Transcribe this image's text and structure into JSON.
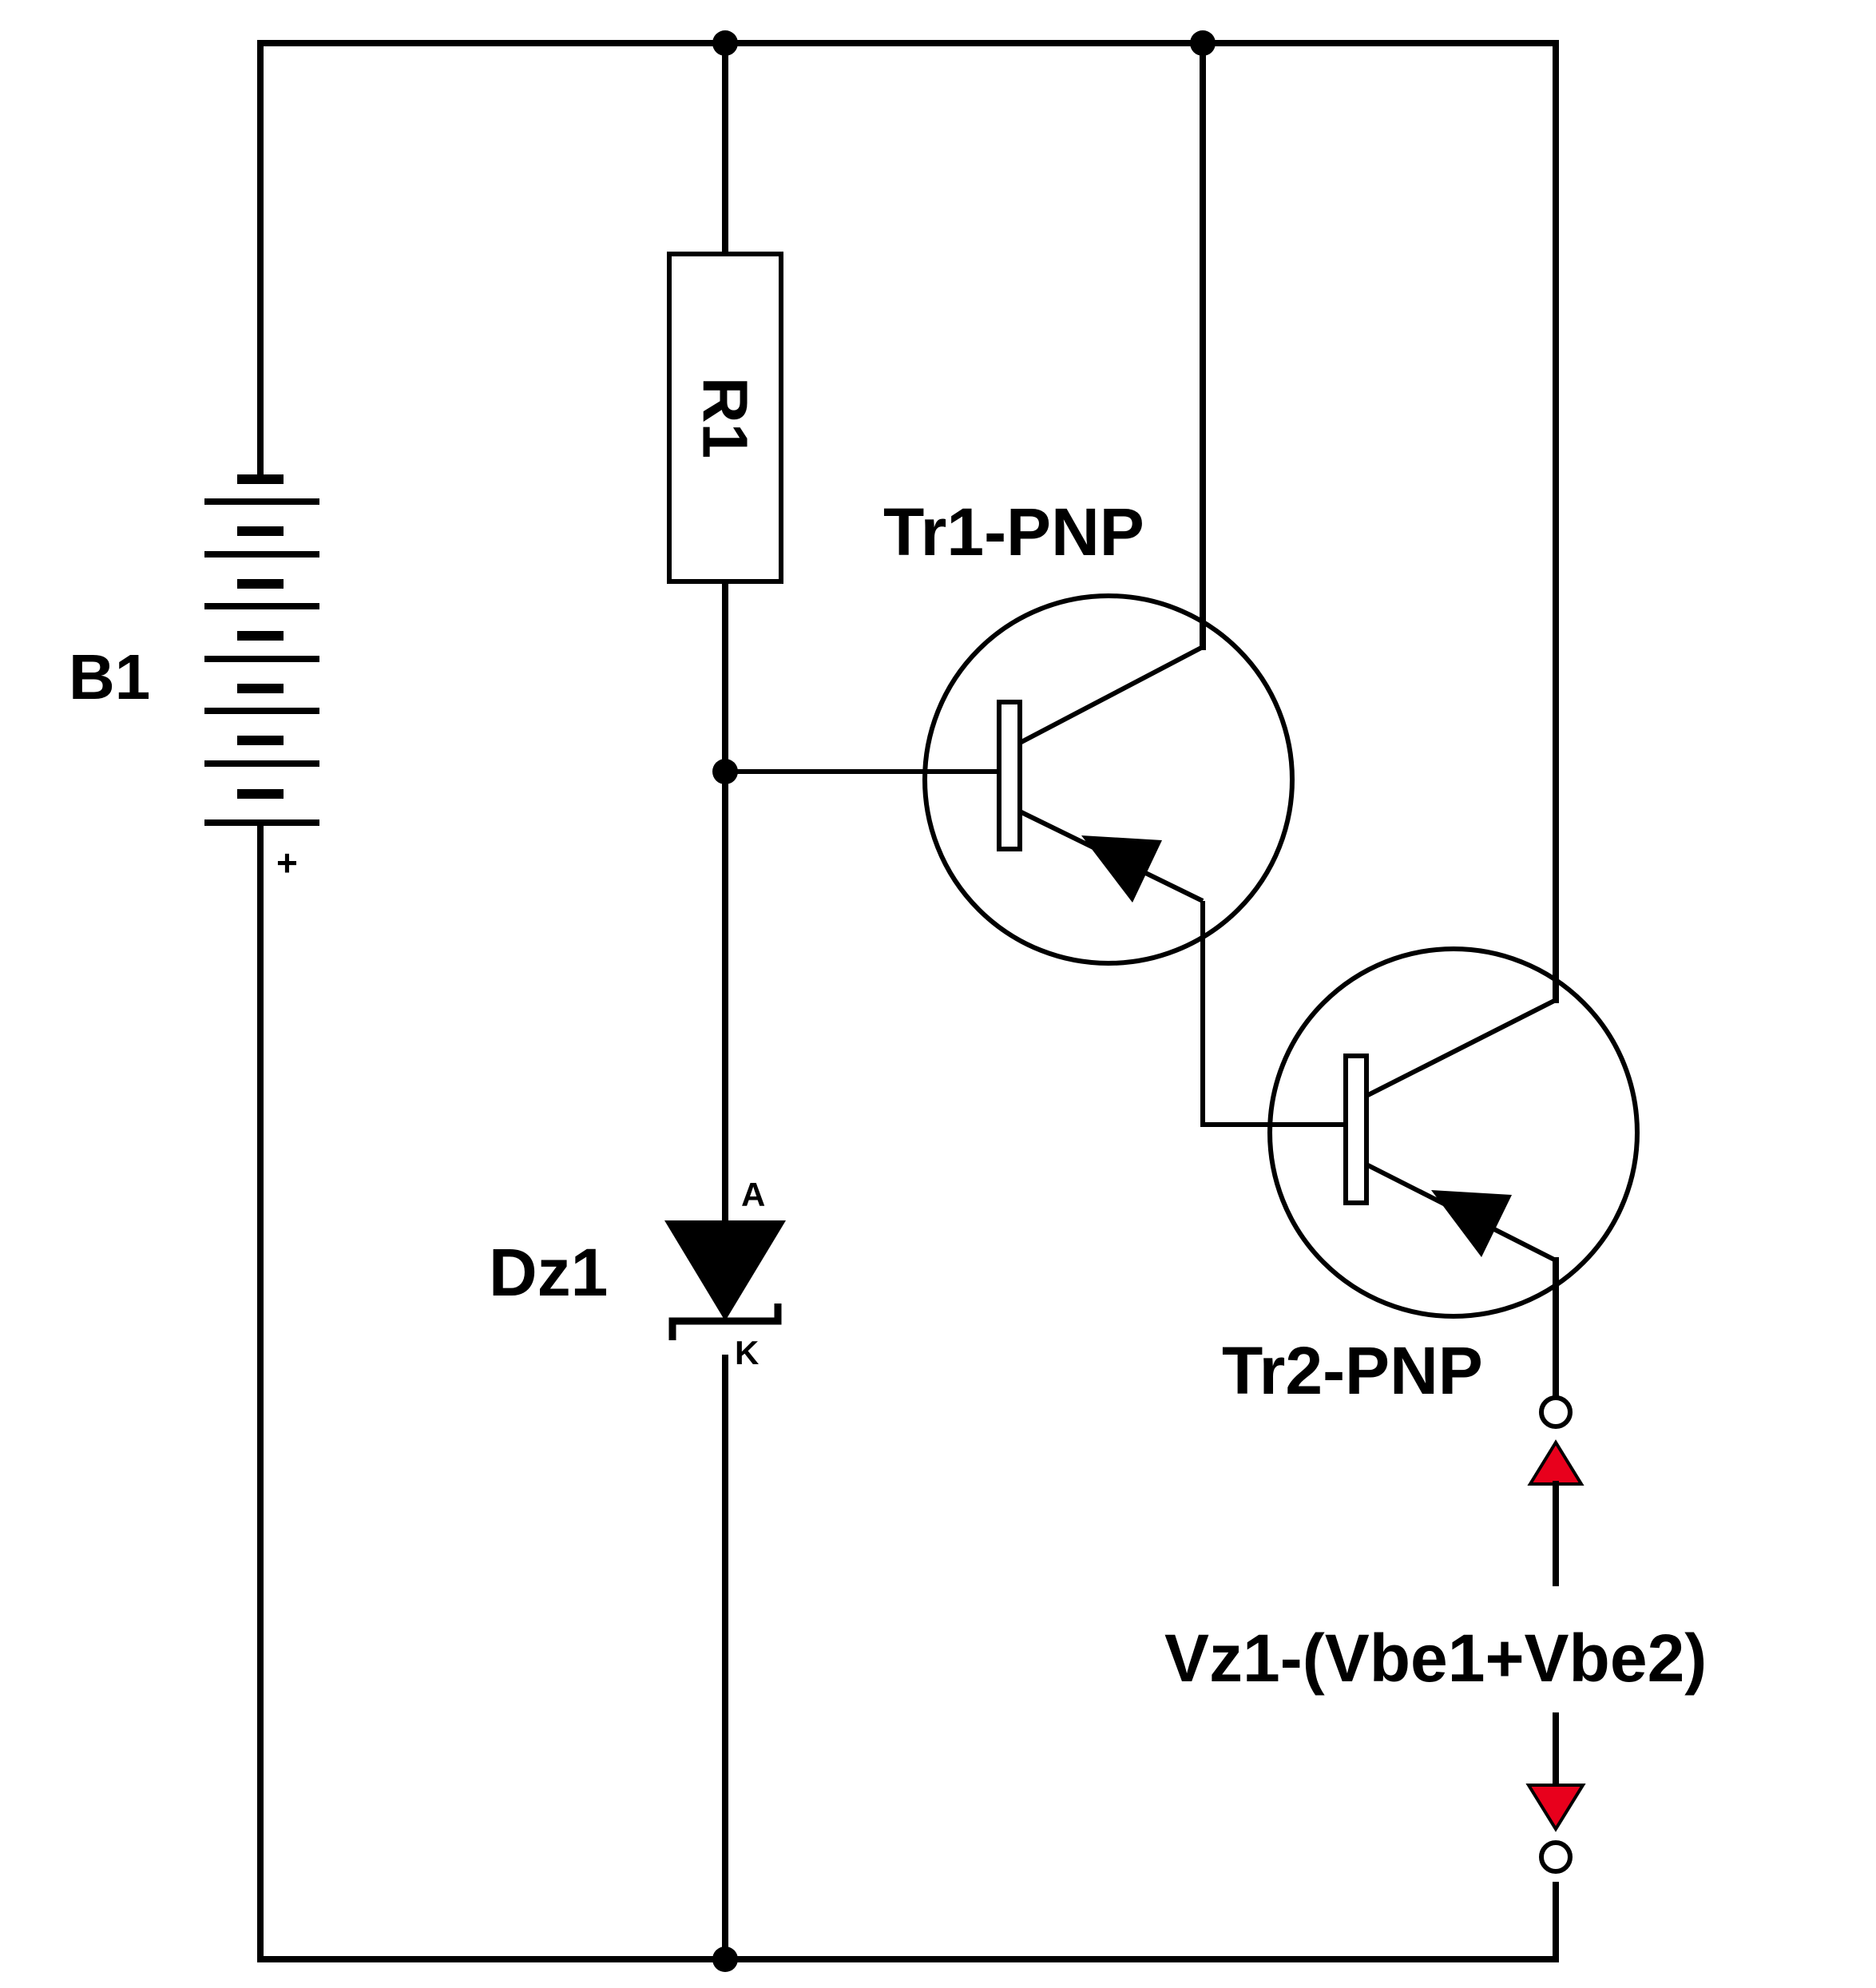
{
  "labels": {
    "battery": "B1",
    "battery_plus": "+",
    "resistor": "R1",
    "transistor1": "Tr1-PNP",
    "transistor2": "Tr2-PNP",
    "zener": "Dz1",
    "zener_anode": "A",
    "zener_cathode": "K",
    "output_voltage": "Vz1-(Vbe1+Vbe2)"
  },
  "colors": {
    "line": "#000000",
    "arrow": "#e8001c",
    "background": "#ffffff"
  }
}
